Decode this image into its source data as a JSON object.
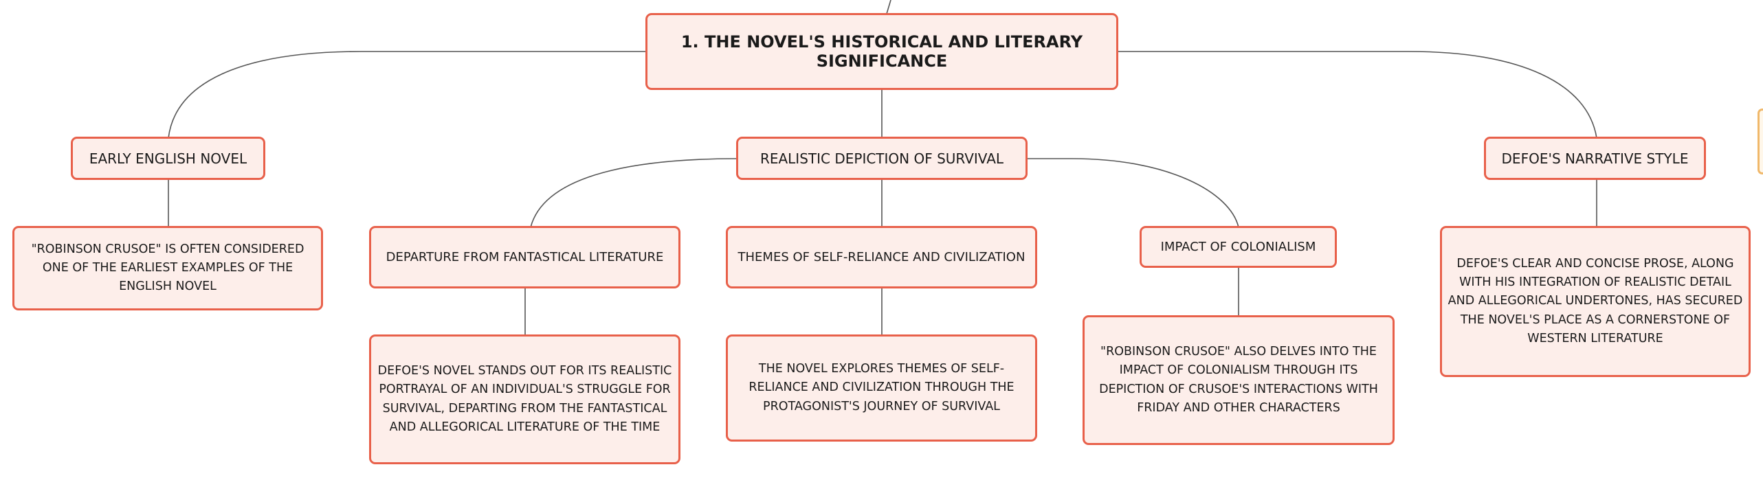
{
  "root": {
    "label": "1. THE NOVEL'S HISTORICAL AND LITERARY SIGNIFICANCE"
  },
  "branches": [
    {
      "label": "EARLY ENGLISH NOVEL"
    },
    {
      "label": "REALISTIC DEPICTION OF SURVIVAL"
    },
    {
      "label": "DEFOE'S NARRATIVE STYLE"
    }
  ],
  "subtopics": [
    {
      "label": "DEPARTURE FROM FANTASTICAL LITERATURE"
    },
    {
      "label": "THEMES OF SELF-RELIANCE AND CIVILIZATION"
    },
    {
      "label": "IMPACT OF COLONIALISM"
    }
  ],
  "details": [
    {
      "text": "\"ROBINSON CRUSOE\" IS OFTEN CONSIDERED ONE OF THE EARLIEST EXAMPLES OF THE ENGLISH NOVEL"
    },
    {
      "text": "DEFOE'S NOVEL STANDS OUT FOR ITS REALISTIC PORTRAYAL OF AN INDIVIDUAL'S STRUGGLE FOR SURVIVAL, DEPARTING FROM THE FANTASTICAL AND ALLEGORICAL LITERATURE OF THE TIME"
    },
    {
      "text": "THE NOVEL EXPLORES THEMES OF SELF-RELIANCE AND CIVILIZATION THROUGH THE PROTAGONIST'S JOURNEY OF SURVIVAL"
    },
    {
      "text": "\"ROBINSON CRUSOE\" ALSO DELVES INTO THE IMPACT OF COLONIALISM THROUGH ITS DEPICTION OF CRUSOE'S INTERACTIONS WITH FRIDAY AND OTHER CHARACTERS"
    },
    {
      "text": "DEFOE'S CLEAR AND CONCISE PROSE, ALONG WITH HIS INTEGRATION OF REALISTIC DETAIL AND ALLEGORICAL UNDERTONES, HAS SECURED THE NOVEL'S PLACE AS A CORNERSTONE OF WESTERN LITERATURE"
    }
  ],
  "colors": {
    "node_border": "#e8604a",
    "node_fill": "#fdeeea",
    "connector": "#555555",
    "edge_tab_border": "#f0b86a"
  }
}
